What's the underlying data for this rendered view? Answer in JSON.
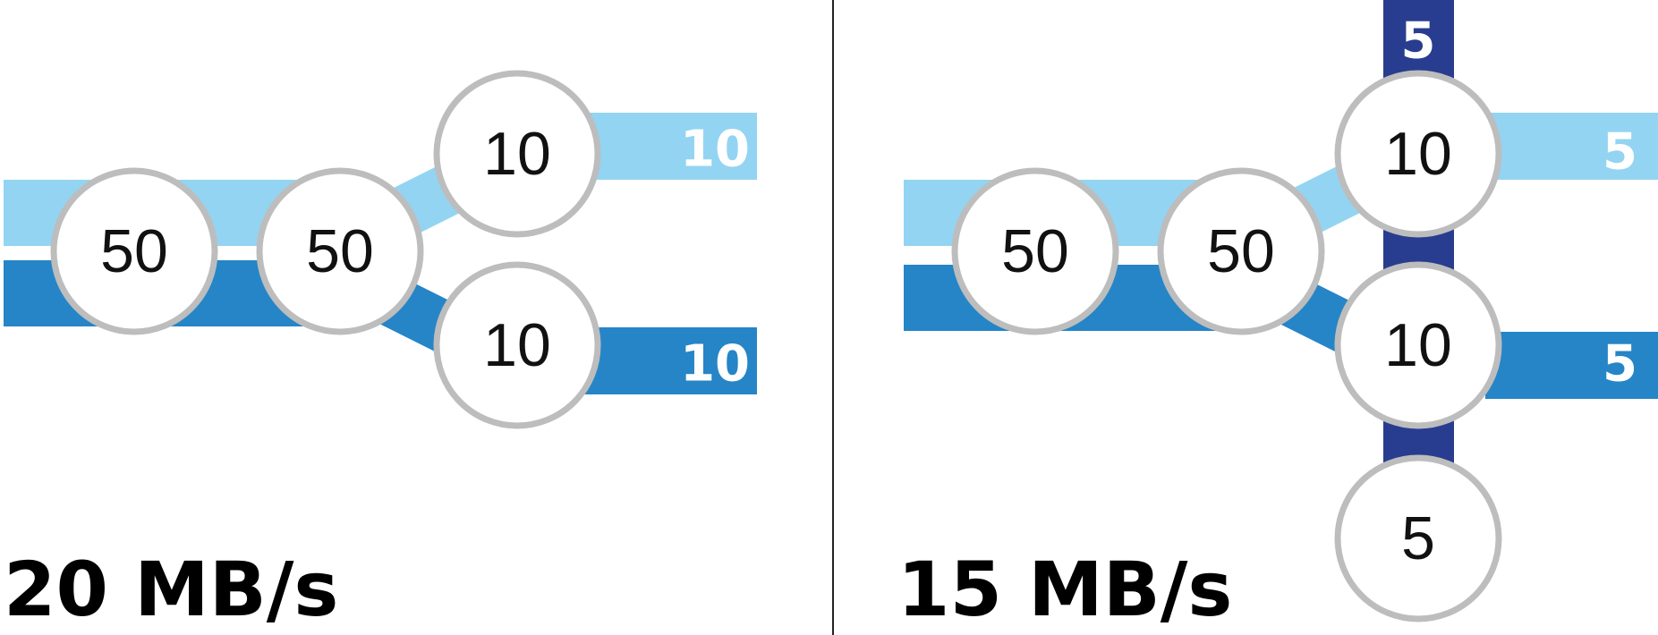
{
  "colors": {
    "light_stream": "#93d4f2",
    "dark_stream": "#2585c7",
    "navy_stream": "#283d8f",
    "node_stroke": "#bdbdbd",
    "divider": "#222222"
  },
  "left_panel": {
    "throughput": "20 MB/s",
    "nodes": [
      "50",
      "50",
      "10",
      "10"
    ],
    "outputs": {
      "upper": "10",
      "lower": "10"
    }
  },
  "right_panel": {
    "throughput": "15 MB/s",
    "nodes": [
      "50",
      "50",
      "10",
      "10",
      "5"
    ],
    "outputs": {
      "vertical_top": "5",
      "upper": "5",
      "lower": "5"
    }
  }
}
